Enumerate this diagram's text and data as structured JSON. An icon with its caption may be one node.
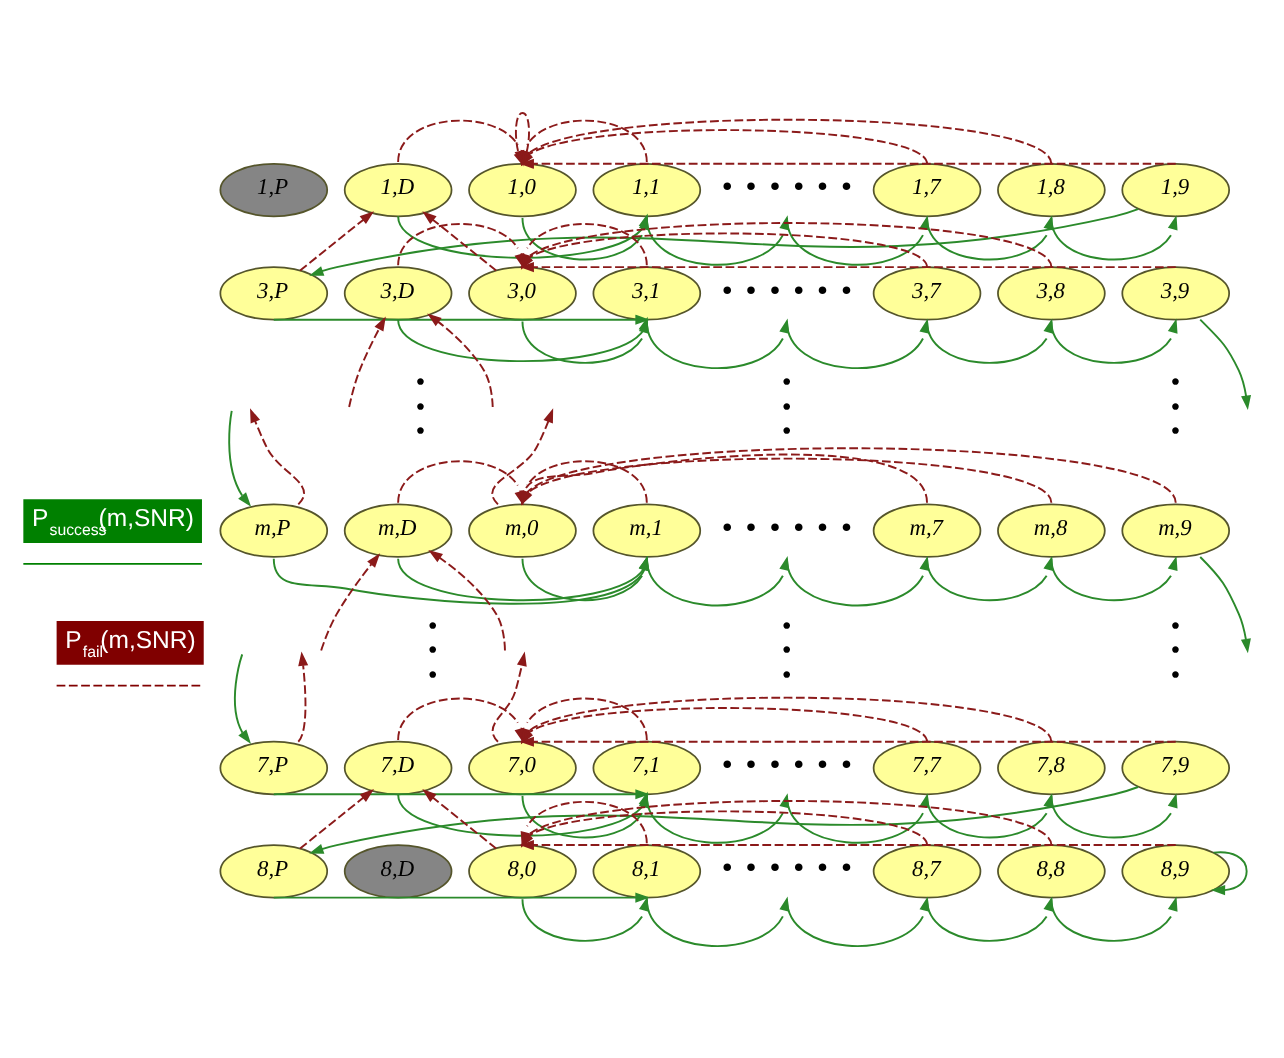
{
  "diagram": {
    "nodes": [
      {
        "text": [
          "1,P"
        ]
      },
      {
        "text": [
          "1,D"
        ]
      },
      {
        "text": [
          "1,0"
        ]
      },
      {
        "text": [
          "1,1"
        ]
      },
      {
        "text": [
          "• • • • • •"
        ]
      },
      {
        "text": [
          "1,7"
        ]
      },
      {
        "text": [
          "1,8"
        ]
      },
      {
        "text": [
          "1,9"
        ]
      },
      {
        "text": [
          "3,P"
        ]
      },
      {
        "text": [
          "3,D"
        ]
      },
      {
        "text": [
          "3,0"
        ]
      },
      {
        "text": [
          "3,1"
        ]
      },
      {
        "text": [
          "• • • • • •"
        ]
      },
      {
        "text": [
          "3,7"
        ]
      },
      {
        "text": [
          "3,8"
        ]
      },
      {
        "text": [
          "3,9"
        ]
      },
      {
        "text": [
          "m,P"
        ]
      },
      {
        "text": [
          "m,D"
        ]
      },
      {
        "text": [
          "m,0"
        ]
      },
      {
        "text": [
          "m,1"
        ]
      },
      {
        "text": [
          "• • • • • •"
        ]
      },
      {
        "text": [
          "m,7"
        ]
      },
      {
        "text": [
          "m,8"
        ]
      },
      {
        "text": [
          "m,9"
        ]
      },
      {
        "text": [
          "7,P"
        ]
      },
      {
        "text": [
          "7,D"
        ]
      },
      {
        "text": [
          "7,0"
        ]
      },
      {
        "text": [
          "7,1"
        ]
      },
      {
        "text": [
          "• • • • • •"
        ]
      },
      {
        "text": [
          "7,7"
        ]
      },
      {
        "text": [
          "7,8"
        ]
      },
      {
        "text": [
          "7,9"
        ]
      },
      {
        "text": [
          "8,P"
        ]
      },
      {
        "text": [
          "8,D"
        ]
      },
      {
        "text": [
          "8,0"
        ]
      },
      {
        "text": [
          "8,1"
        ]
      },
      {
        "text": [
          "• • • • • •"
        ]
      },
      {
        "text": [
          "8,7"
        ]
      },
      {
        "text": [
          "8,8"
        ]
      },
      {
        "text": [
          "8,9"
        ]
      }
    ],
    "edges": [
      {
        "from": 1,
        "to": 2,
        "arrow": "to",
        "style": "dashed",
        "color": "#8b1a1a"
      },
      {
        "from": 2,
        "to": 2,
        "arrow": "to",
        "style": "dashed",
        "color": "#8b1a1a"
      },
      {
        "from": 3,
        "to": 2,
        "arrow": "to",
        "style": "dashed",
        "color": "#8b1a1a"
      },
      {
        "from": 5,
        "to": 2,
        "arrow": "to",
        "style": "dashed",
        "color": "#8b1a1a"
      },
      {
        "from": 6,
        "to": 2,
        "arrow": "to",
        "style": "dashed",
        "color": "#8b1a1a"
      },
      {
        "from": 7,
        "to": 2,
        "arrow": "to",
        "style": "dashed",
        "color": "#8b1a1a"
      },
      {
        "from": 1,
        "to": 3,
        "arrow": "to",
        "color": "#2b8a2b"
      },
      {
        "from": 2,
        "to": 3,
        "arrow": "to",
        "color": "#2b8a2b"
      },
      {
        "from": 3,
        "to": 4,
        "arrow": "to",
        "color": "#2b8a2b"
      },
      {
        "from": 4,
        "to": 5,
        "arrow": "to",
        "color": "#2b8a2b"
      },
      {
        "from": 5,
        "to": 6,
        "arrow": "to",
        "color": "#2b8a2b"
      },
      {
        "from": 6,
        "to": 7,
        "arrow": "to",
        "color": "#2b8a2b"
      },
      {
        "from": 7,
        "to": 8,
        "arrow": "to",
        "color": "#2b8a2b"
      },
      {
        "from": 8,
        "to": 1,
        "arrow": "to",
        "style": "dashed",
        "color": "#8b1a1a"
      },
      {
        "from": 10,
        "to": 1,
        "arrow": "to",
        "style": "dashed",
        "color": "#8b1a1a"
      },
      {
        "from": 9,
        "to": 10,
        "arrow": "to",
        "style": "dashed",
        "color": "#8b1a1a"
      },
      {
        "from": 11,
        "to": 10,
        "arrow": "to",
        "style": "dashed",
        "color": "#8b1a1a"
      },
      {
        "from": 13,
        "to": 10,
        "arrow": "to",
        "style": "dashed",
        "color": "#8b1a1a"
      },
      {
        "from": 14,
        "to": 10,
        "arrow": "to",
        "style": "dashed",
        "color": "#8b1a1a"
      },
      {
        "from": 15,
        "to": 10,
        "arrow": "to",
        "style": "dashed",
        "color": "#8b1a1a"
      },
      {
        "from": 8,
        "to": 11,
        "arrow": "to",
        "color": "#2b8a2b"
      },
      {
        "from": 9,
        "to": 11,
        "arrow": "to",
        "color": "#2b8a2b"
      },
      {
        "from": 10,
        "to": 11,
        "arrow": "to",
        "color": "#2b8a2b"
      },
      {
        "from": 11,
        "to": 12,
        "arrow": "to",
        "color": "#2b8a2b"
      },
      {
        "from": 12,
        "to": 13,
        "arrow": "to",
        "color": "#2b8a2b"
      },
      {
        "from": 13,
        "to": 14,
        "arrow": "to",
        "color": "#2b8a2b"
      },
      {
        "from": 14,
        "to": 15,
        "arrow": "to",
        "color": "#2b8a2b"
      },
      {
        "from": 15,
        "to": null,
        "arrow": "to",
        "color": "#2b8a2b"
      },
      {
        "from": null,
        "to": 9,
        "arrow": "to",
        "style": "dashed",
        "color": "#8b1a1a"
      },
      {
        "from": null,
        "to": 9,
        "arrow": "to",
        "style": "dashed",
        "color": "#8b1a1a"
      },
      {
        "from": 16,
        "to": null,
        "arrow": "to",
        "style": "dashed",
        "color": "#8b1a1a"
      },
      {
        "from": null,
        "to": 16,
        "arrow": "to",
        "color": "#2b8a2b"
      },
      {
        "from": 18,
        "to": null,
        "arrow": "to",
        "style": "dashed",
        "color": "#8b1a1a"
      },
      {
        "from": 17,
        "to": 18,
        "arrow": "to",
        "style": "dashed",
        "color": "#8b1a1a"
      },
      {
        "from": 19,
        "to": 18,
        "arrow": "to",
        "style": "dashed",
        "color": "#8b1a1a"
      },
      {
        "from": 21,
        "to": 18,
        "arrow": "to",
        "style": "dashed",
        "color": "#8b1a1a"
      },
      {
        "from": 22,
        "to": 18,
        "arrow": "to",
        "style": "dashed",
        "color": "#8b1a1a"
      },
      {
        "from": 23,
        "to": 18,
        "arrow": "to",
        "style": "dashed",
        "color": "#8b1a1a"
      },
      {
        "from": 16,
        "to": 19,
        "arrow": "to",
        "color": "#2b8a2b"
      },
      {
        "from": 17,
        "to": 19,
        "arrow": "to",
        "color": "#2b8a2b"
      },
      {
        "from": 18,
        "to": 19,
        "arrow": "to",
        "color": "#2b8a2b"
      },
      {
        "from": 19,
        "to": 20,
        "arrow": "to",
        "color": "#2b8a2b"
      },
      {
        "from": 20,
        "to": 21,
        "arrow": "to",
        "color": "#2b8a2b"
      },
      {
        "from": 21,
        "to": 22,
        "arrow": "to",
        "color": "#2b8a2b"
      },
      {
        "from": 22,
        "to": 23,
        "arrow": "to",
        "color": "#2b8a2b"
      },
      {
        "from": 23,
        "to": null,
        "arrow": "to",
        "color": "#2b8a2b"
      },
      {
        "from": null,
        "to": 17,
        "arrow": "to",
        "style": "dashed",
        "color": "#8b1a1a"
      },
      {
        "from": null,
        "to": 17,
        "arrow": "to",
        "style": "dashed",
        "color": "#8b1a1a"
      },
      {
        "from": null,
        "to": 24,
        "arrow": "to",
        "color": "#2b8a2b"
      },
      {
        "from": 24,
        "to": null,
        "arrow": "to",
        "style": "dashed",
        "color": "#8b1a1a"
      },
      {
        "from": 26,
        "to": null,
        "arrow": "to",
        "style": "dashed",
        "color": "#8b1a1a"
      },
      {
        "from": 25,
        "to": 26,
        "arrow": "to",
        "style": "dashed",
        "color": "#8b1a1a"
      },
      {
        "from": 27,
        "to": 26,
        "arrow": "to",
        "style": "dashed",
        "color": "#8b1a1a"
      },
      {
        "from": 29,
        "to": 26,
        "arrow": "to",
        "style": "dashed",
        "color": "#8b1a1a"
      },
      {
        "from": 30,
        "to": 26,
        "arrow": "to",
        "style": "dashed",
        "color": "#8b1a1a"
      },
      {
        "from": 31,
        "to": 26,
        "arrow": "to",
        "style": "dashed",
        "color": "#8b1a1a"
      },
      {
        "from": 24,
        "to": 27,
        "arrow": "to",
        "color": "#2b8a2b"
      },
      {
        "from": 25,
        "to": 27,
        "arrow": "to",
        "color": "#2b8a2b"
      },
      {
        "from": 26,
        "to": 27,
        "arrow": "to",
        "color": "#2b8a2b"
      },
      {
        "from": 27,
        "to": 28,
        "arrow": "to",
        "color": "#2b8a2b"
      },
      {
        "from": 28,
        "to": 29,
        "arrow": "to",
        "color": "#2b8a2b"
      },
      {
        "from": 29,
        "to": 30,
        "arrow": "to",
        "color": "#2b8a2b"
      },
      {
        "from": 30,
        "to": 31,
        "arrow": "to",
        "color": "#2b8a2b"
      },
      {
        "from": 31,
        "to": 32,
        "arrow": "to",
        "color": "#2b8a2b"
      },
      {
        "from": 32,
        "to": 25,
        "arrow": "to",
        "style": "dashed",
        "color": "#8b1a1a"
      },
      {
        "from": 34,
        "to": 25,
        "arrow": "to",
        "style": "dashed",
        "color": "#8b1a1a"
      },
      {
        "from": 35,
        "to": 34,
        "arrow": "to",
        "style": "dashed",
        "color": "#8b1a1a"
      },
      {
        "from": 37,
        "to": 34,
        "arrow": "to",
        "style": "dashed",
        "color": "#8b1a1a"
      },
      {
        "from": 38,
        "to": 34,
        "arrow": "to",
        "style": "dashed",
        "color": "#8b1a1a"
      },
      {
        "from": 39,
        "to": 34,
        "arrow": "to",
        "style": "dashed",
        "color": "#8b1a1a"
      },
      {
        "from": 32,
        "to": 35,
        "arrow": "to",
        "color": "#2b8a2b"
      },
      {
        "from": 34,
        "to": 35,
        "arrow": "to",
        "color": "#2b8a2b"
      },
      {
        "from": 35,
        "to": 36,
        "arrow": "to",
        "color": "#2b8a2b"
      },
      {
        "from": 36,
        "to": 37,
        "arrow": "to",
        "color": "#2b8a2b"
      },
      {
        "from": 37,
        "to": 38,
        "arrow": "to",
        "color": "#2b8a2b"
      },
      {
        "from": 38,
        "to": 39,
        "arrow": "to",
        "color": "#2b8a2b"
      },
      {
        "from": 39,
        "to": 39,
        "arrow": "to",
        "color": "#2b8a2b"
      }
    ],
    "labels": [
      "• • •",
      "• • •",
      "• • •",
      "• • •",
      "• • •",
      "• • •"
    ],
    "legend": [
      {
        "text": "P$_{success}$(m,SNR)",
        "color": "#008000"
      },
      {
        "text": "P$_{fail}$(m,SNR)",
        "color": "#800000"
      }
    ]
  }
}
